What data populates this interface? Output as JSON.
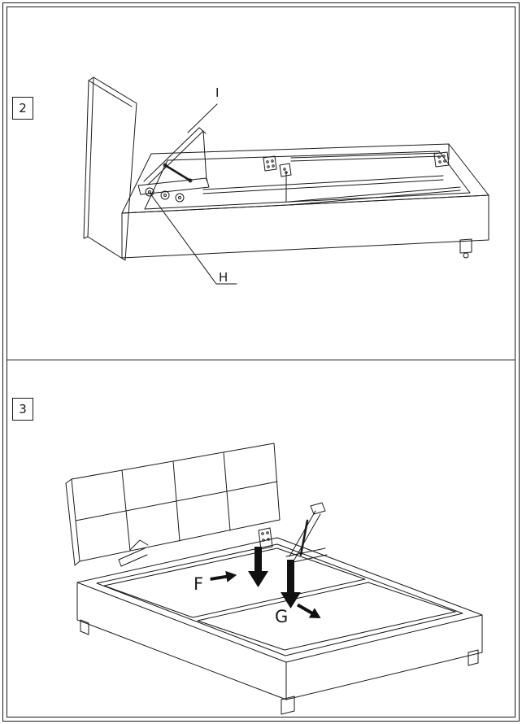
{
  "document": {
    "kind": "furniture assembly instruction sheet",
    "background_color": "#ffffff",
    "line_color": "#1a1a1a",
    "arrow_color": "#111111"
  },
  "steps": [
    {
      "number": "2",
      "illustration": "bed storage frame with headboard, raised lift mechanism and gas strut",
      "callouts": {
        "upper": "I",
        "lower": "H"
      }
    },
    {
      "number": "3",
      "illustration": "upholstered bed with tufted headboard, two deck panels being inserted",
      "callouts": {
        "left": "F",
        "right": "G"
      }
    }
  ],
  "icons": {
    "down_arrow": "↓",
    "panel_f_direction_arrow": "→",
    "panel_g_direction_arrow": "↘"
  }
}
